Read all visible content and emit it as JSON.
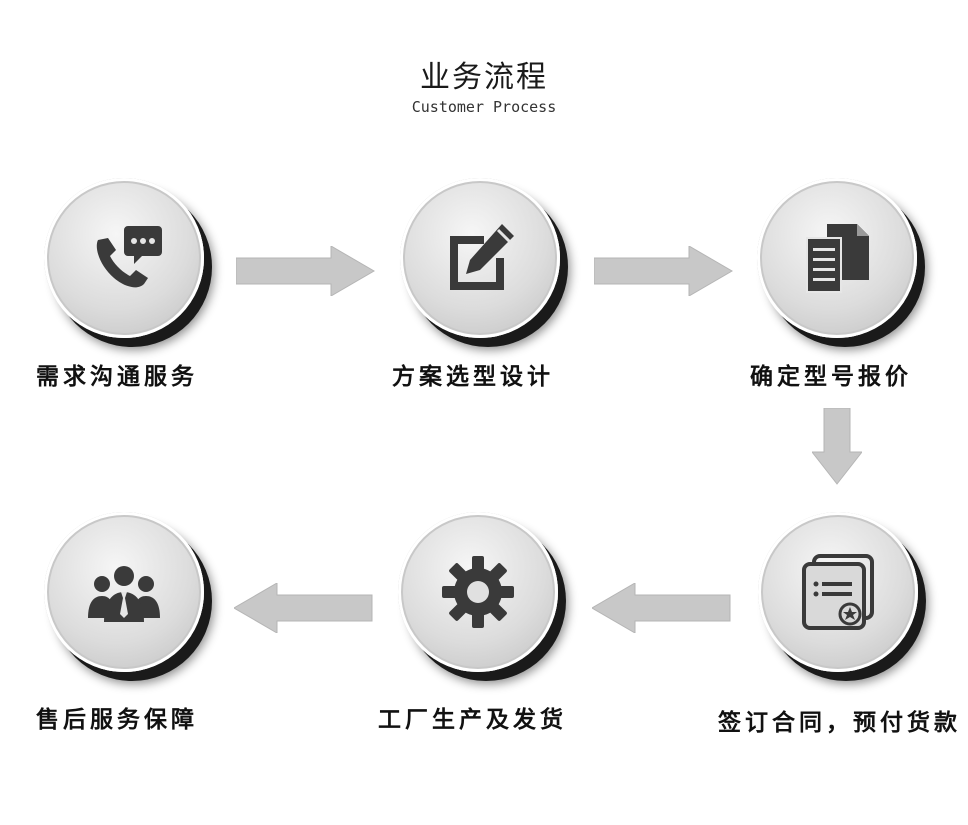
{
  "header": {
    "title": "业务流程",
    "subtitle": "Customer Process"
  },
  "steps": [
    {
      "label": "需求沟通服务",
      "icon": "phone-chat-icon"
    },
    {
      "label": "方案选型设计",
      "icon": "edit-icon"
    },
    {
      "label": "确定型号报价",
      "icon": "documents-icon"
    },
    {
      "label": "签订合同，预付货款",
      "icon": "contract-icon"
    },
    {
      "label": "工厂生产及发货",
      "icon": "gear-icon"
    },
    {
      "label": "售后服务保障",
      "icon": "team-icon"
    }
  ],
  "colors": {
    "icon": "#3a3a3a",
    "arrow": "#c8c8c8",
    "shadow": "#1a1a1a"
  }
}
